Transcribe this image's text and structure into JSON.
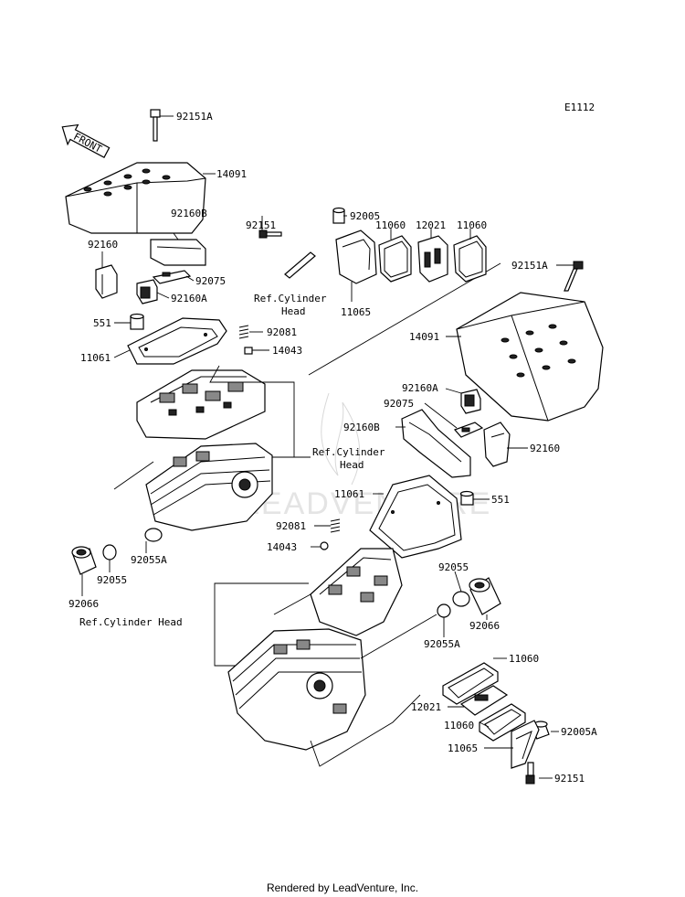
{
  "diagram_code": "E1112",
  "front_label": "FRONT",
  "watermark": "LEADVENTURE",
  "footer": "Rendered by LeadVenture, Inc.",
  "labels": {
    "l_92151A_top": "92151A",
    "l_14091_top": "14091",
    "l_92160B_top": "92160B",
    "l_92160_left": "92160",
    "l_92075_left": "92075",
    "l_92160A_left": "92160A",
    "l_92151_mid": "92151",
    "l_92005": "92005",
    "l_11060_a": "11060",
    "l_12021_top": "12021",
    "l_11060_b": "11060",
    "l_ref_cyl_head_1a": "Ref.Cylinder",
    "l_ref_cyl_head_1b": "Head",
    "l_11065_top": "11065",
    "l_92151A_right": "92151A",
    "l_551_left": "551",
    "l_92081_top": "92081",
    "l_11061_left": "11061",
    "l_14043_top": "14043",
    "l_14091_right": "14091",
    "l_92160A_right": "92160A",
    "l_92075_right": "92075",
    "l_92160B_right": "92160B",
    "l_92160_right": "92160",
    "l_ref_cyl_head_2a": "Ref.Cylinder",
    "l_ref_cyl_head_2b": "Head",
    "l_11061_right": "11061",
    "l_551_right": "551",
    "l_92081_bottom": "92081",
    "l_14043_bottom": "14043",
    "l_92055A_left": "92055A",
    "l_92055_left": "92055",
    "l_92066_left": "92066",
    "l_ref_cyl_head_3": "Ref.Cylinder Head",
    "l_92055_right": "92055",
    "l_92066_right": "92066",
    "l_92055A_right": "92055A",
    "l_11060_c": "11060",
    "l_12021_bottom": "12021",
    "l_92005A": "92005A",
    "l_11060_d": "11060",
    "l_11065_bottom": "11065",
    "l_92151_bottom": "92151"
  }
}
